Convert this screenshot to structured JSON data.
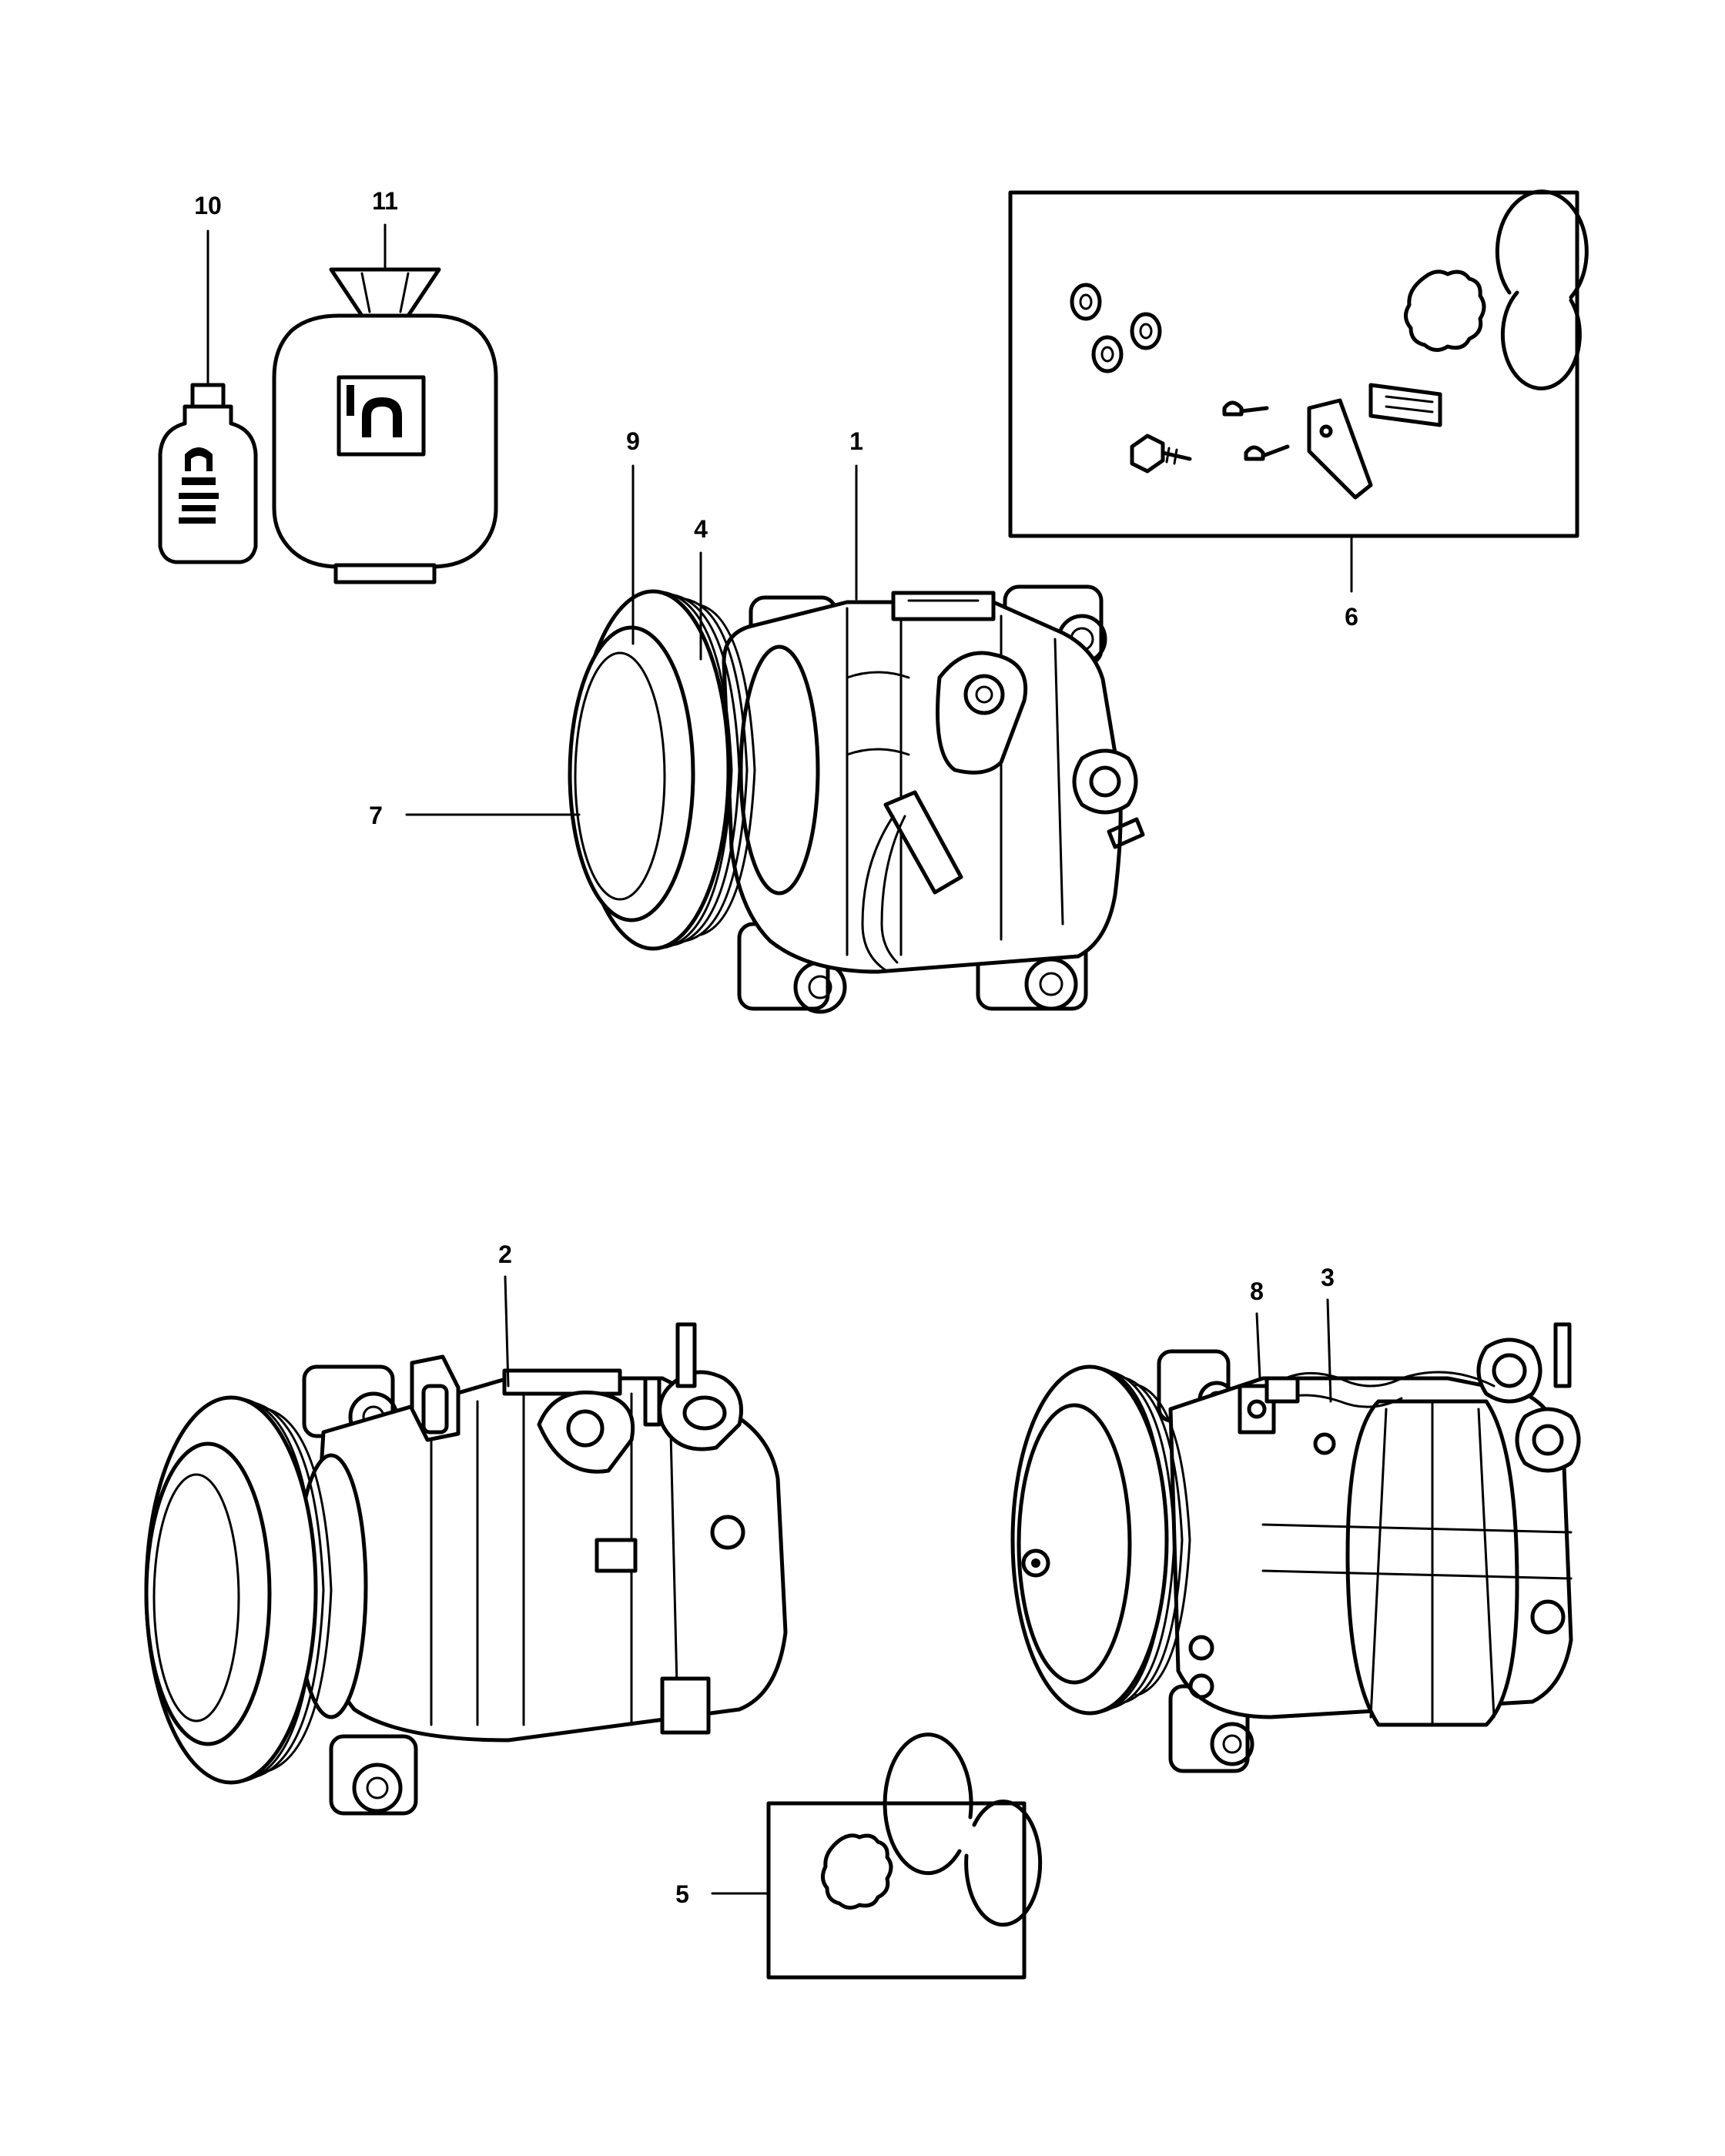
{
  "callouts": [
    {
      "id": "callout-1",
      "label": "1"
    },
    {
      "id": "callout-2",
      "label": "2"
    },
    {
      "id": "callout-3",
      "label": "3"
    },
    {
      "id": "callout-4",
      "label": "4"
    },
    {
      "id": "callout-5",
      "label": "5"
    },
    {
      "id": "callout-6",
      "label": "6"
    },
    {
      "id": "callout-7",
      "label": "7"
    },
    {
      "id": "callout-8",
      "label": "8"
    },
    {
      "id": "callout-9",
      "label": "9"
    },
    {
      "id": "callout-10",
      "label": "10"
    },
    {
      "id": "callout-11",
      "label": "11"
    }
  ],
  "colors": {
    "ink": "#000000",
    "paper": "#ffffff"
  }
}
